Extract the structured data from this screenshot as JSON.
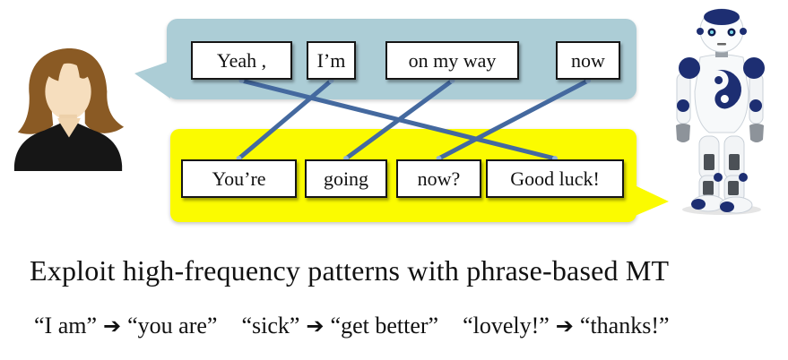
{
  "figure": {
    "left_speaker": "woman user avatar",
    "right_speaker": "NAO humanoid robot"
  },
  "top_bubble": {
    "bg_color": "#accdd6",
    "words": [
      "Yeah ,",
      "I’m",
      "on my way",
      "now"
    ]
  },
  "bottom_bubble": {
    "bg_color": "#fbfb00",
    "words": [
      "You’re",
      "going",
      "now?",
      "Good luck!"
    ]
  },
  "alignments": [
    [
      0,
      3
    ],
    [
      1,
      0
    ],
    [
      2,
      1
    ],
    [
      3,
      2
    ]
  ],
  "line_style": {
    "color": "#44699f",
    "dot_color": "#8fb2d9",
    "width": 5
  },
  "heading": "Exploit high-frequency patterns with phrase-based MT",
  "examples": [
    {
      "source": "“I am”",
      "target": "“you are”"
    },
    {
      "source": "“sick”",
      "target": "“get better”"
    },
    {
      "source": "“lovely!”",
      "target": "“thanks!”"
    }
  ],
  "examples_arrow": "➔"
}
